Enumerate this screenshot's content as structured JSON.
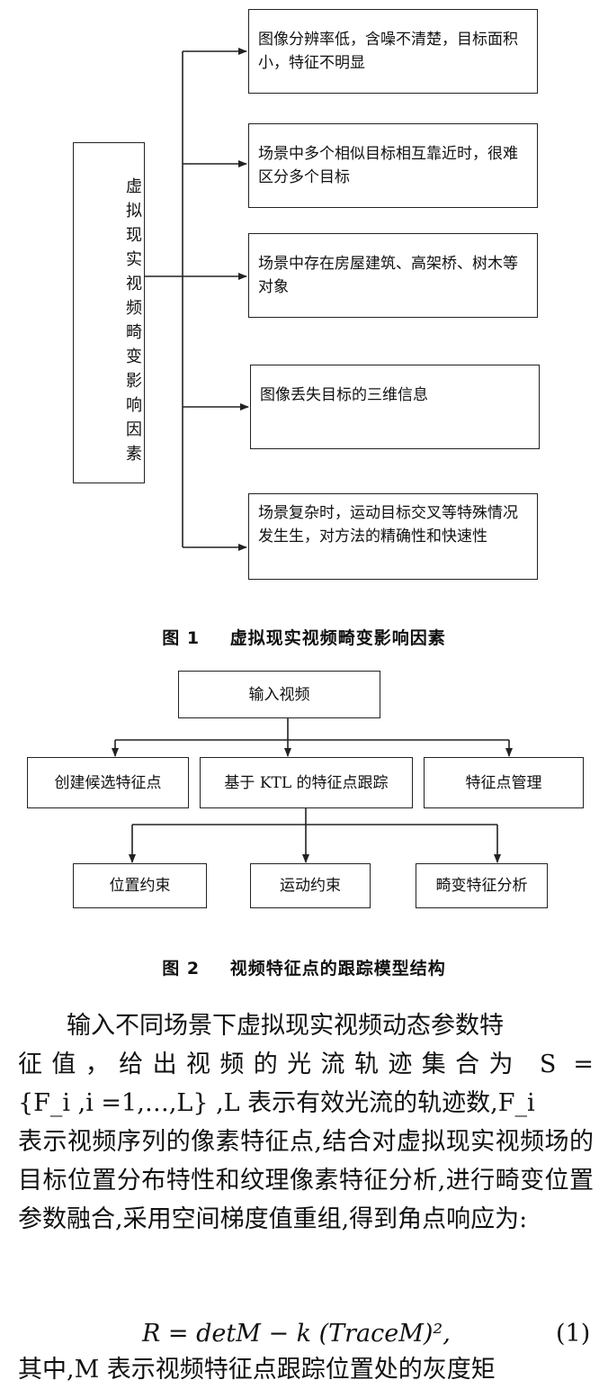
{
  "figure1": {
    "root": "虚拟现实视频畸变影响因素",
    "factors": [
      "图像分辨率低，含噪不清楚，目标面积小，特征不明显",
      "场景中多个相似目标相互靠近时，很难区分多个目标",
      "场景中存在房屋建筑、高架桥、树木等对象",
      "图像丢失目标的三维信息",
      "场景复杂时，运动目标交叉等特殊情况发生生，对方法的精确性和快速性"
    ],
    "caption_num": "图 1",
    "caption_text": "虚拟现实视频畸变影响因素"
  },
  "figure2": {
    "input": "输入视频",
    "level2": [
      "创建候选特征点",
      "基于 KTL 的特征点跟踪",
      "特征点管理"
    ],
    "level3": [
      "位置约束",
      "运动约束",
      "畸变特征分析"
    ],
    "caption_num": "图 2",
    "caption_text": "视频特征点的跟踪模型结构"
  },
  "body": {
    "para1_line1": "输入不同场景下虚拟现实视频动态参数特",
    "para1_line2": "征值，给出视频的光流轨迹集合为 S =",
    "para1_line3": "{F_i ,i =1,…,L} ,L 表示有效光流的轨迹数,F_i",
    "para1_rest": "表示视频序列的像素特征点,结合对虚拟现实视频场的目标位置分布特性和纹理像素特征分析,进行畸变位置参数融合,采用空间梯度值重组,得到角点响应为:",
    "equation": "R = detM − k (TraceM)²,",
    "equation_number": "(1)",
    "para2": "其中,M 表示视频特征点跟踪位置处的灰度矩"
  }
}
